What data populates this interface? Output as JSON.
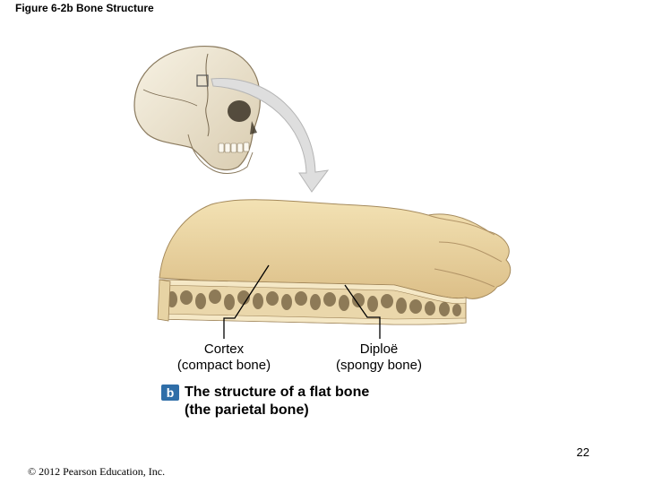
{
  "figure_title": "Figure 6-2b  Bone Structure",
  "labels": {
    "cortex": {
      "line1": "Cortex",
      "line2": "(compact bone)"
    },
    "diploe": {
      "line1": "Diploë",
      "line2": "(spongy bone)"
    }
  },
  "caption": {
    "badge": "b",
    "line1": "The structure of a flat bone",
    "line2": "(the parietal bone)"
  },
  "page_number": "22",
  "copyright": "© 2012 Pearson Education, Inc.",
  "colors": {
    "badge": "#2f6ea8",
    "bone_surface": "#ecd6a3",
    "spongy_bone": "#b59c74",
    "skull": "#efe7d2",
    "arrow": "#d9d9d9"
  }
}
